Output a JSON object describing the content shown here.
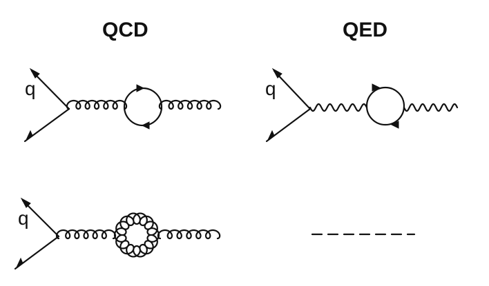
{
  "columns": {
    "left_title": "QCD",
    "right_title": "QED"
  },
  "diagrams": [
    {
      "id": "qcd-gluon-quark-loop",
      "quark_label": "q",
      "propagator": "gluon",
      "loop": "quark"
    },
    {
      "id": "qed-photon-fermion-loop",
      "quark_label": "q",
      "propagator": "photon",
      "loop": "fermion"
    },
    {
      "id": "qcd-gluon-gluon-loop",
      "quark_label": "q",
      "propagator": "gluon",
      "loop": "gluon"
    },
    {
      "id": "qed-no-analog",
      "placeholder": "dashed-line"
    }
  ]
}
